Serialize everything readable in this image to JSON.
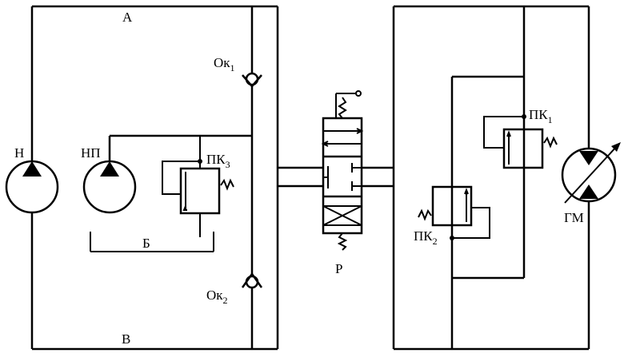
{
  "labels": {
    "line_a": "А",
    "line_b": "В",
    "drain": "Б",
    "pump_main": "Н",
    "pump_boost": "НП",
    "check_valve_1": {
      "base": "Ок",
      "sub": "1"
    },
    "check_valve_2": {
      "base": "Ок",
      "sub": "2"
    },
    "relief_valve_1": {
      "base": "ПК",
      "sub": "1"
    },
    "relief_valve_2": {
      "base": "ПК",
      "sub": "2"
    },
    "relief_valve_3": {
      "base": "ПК",
      "sub": "3"
    },
    "distributor": "Р",
    "hydromotor": "ГМ"
  }
}
